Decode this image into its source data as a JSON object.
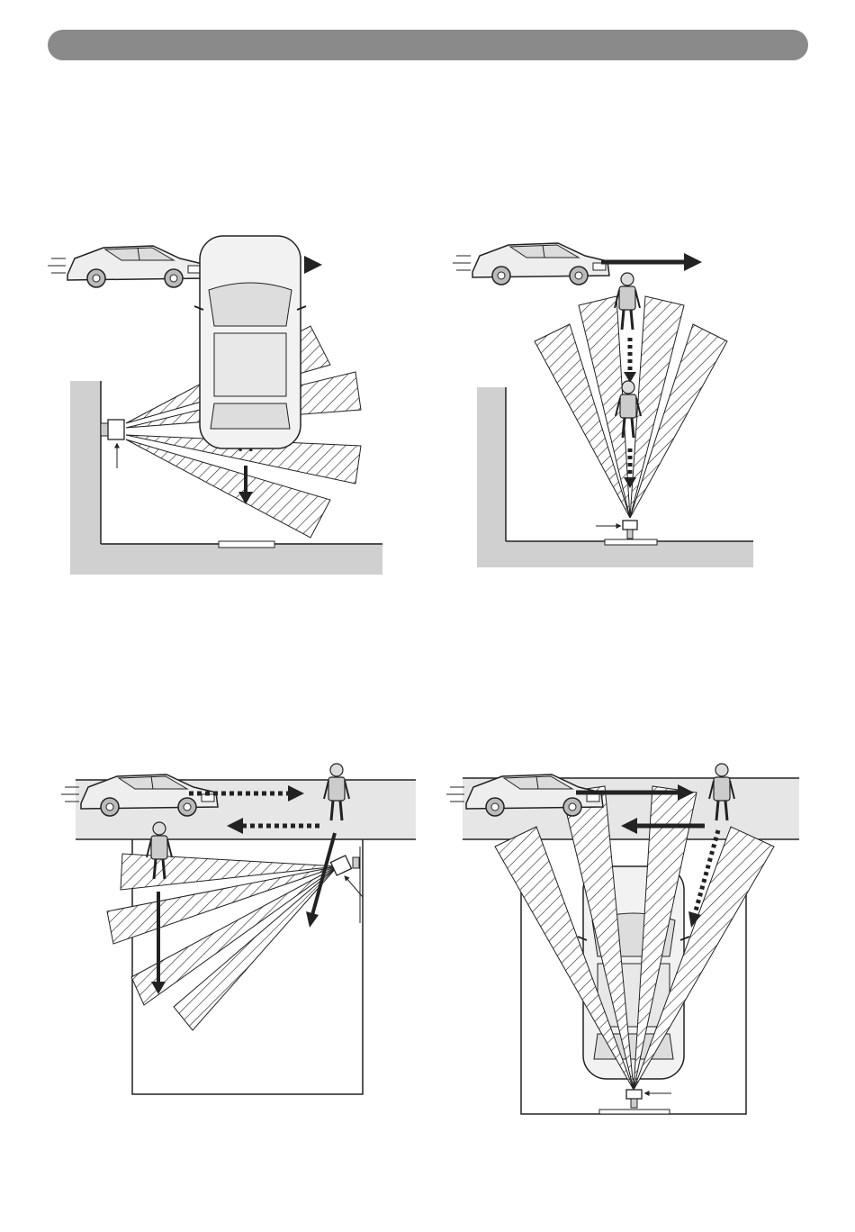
{
  "header": {
    "title": ""
  },
  "diagrams": [
    {
      "id": "side-wall-mount",
      "arrows": [
        "dotted",
        "solid",
        "solid"
      ]
    },
    {
      "id": "ground-mount-facing-road",
      "arrows": [
        "solid",
        "dotted"
      ]
    },
    {
      "id": "garage-side-mount",
      "arrows": [
        "dotted",
        "dotted",
        "solid",
        "solid"
      ]
    },
    {
      "id": "garage-ground-mount-rear",
      "arrows": [
        "solid",
        "solid",
        "dotted"
      ]
    }
  ],
  "colors": {
    "header": "#8a8a8a",
    "wall": "#d0d0d0",
    "road": "#e6e6e6",
    "ink": "#222222"
  }
}
